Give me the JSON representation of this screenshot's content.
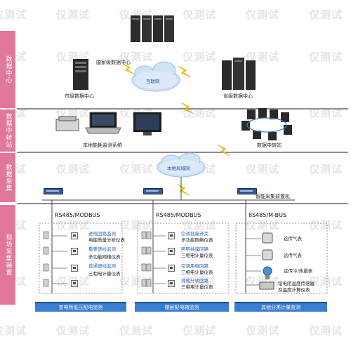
{
  "sections": {
    "data_center": "数据中心",
    "data_relay": "数据中转站",
    "data_collect": "数据采集",
    "field_devices": "现场采集装置"
  },
  "top": {
    "national_dc": "国家级数据中心",
    "city_dc": "市级数据中心",
    "province_dc": "省级数据中心",
    "internet": "互联网"
  },
  "relay": {
    "local_system": "本地能耗监测系统",
    "relay_station": "数据中转站"
  },
  "collect": {
    "lan": "本地局域网",
    "gateway": "智能采集前置机"
  },
  "columns": [
    {
      "bus": "RS485/MODBUS",
      "footer": "变电所低压配电监测",
      "devices": [
        "进线回路监测",
        "电能质量分析仪表",
        "重要馈线监测",
        "多功能网络仪表",
        "普通馈线监测",
        "三相电计量仪表"
      ]
    },
    {
      "bus": "RS485/MODBUS",
      "footer": "楼层配电箱监测",
      "devices": [
        "空调插座开关",
        "多功能网络仪表",
        "照明插座回路",
        "三相电计量仪表",
        "空调用电回路",
        "三相电计量仪表",
        "其他分项回路",
        "三相电计量仪表"
      ]
    },
    {
      "bus": "8S485/M-BUS",
      "footer": "其他分类计量监测",
      "devices": [
        "远传气表",
        "远传气表",
        "远传冷/热量表",
        "铂电阻温度传感器",
        "及温度计算仪表"
      ]
    }
  ],
  "watermark": "仅测试",
  "colors": {
    "band": "#e2779a",
    "footer": "#3b7dd2",
    "cloud": "#cfe2f8",
    "lightning": "#f2d21b"
  }
}
